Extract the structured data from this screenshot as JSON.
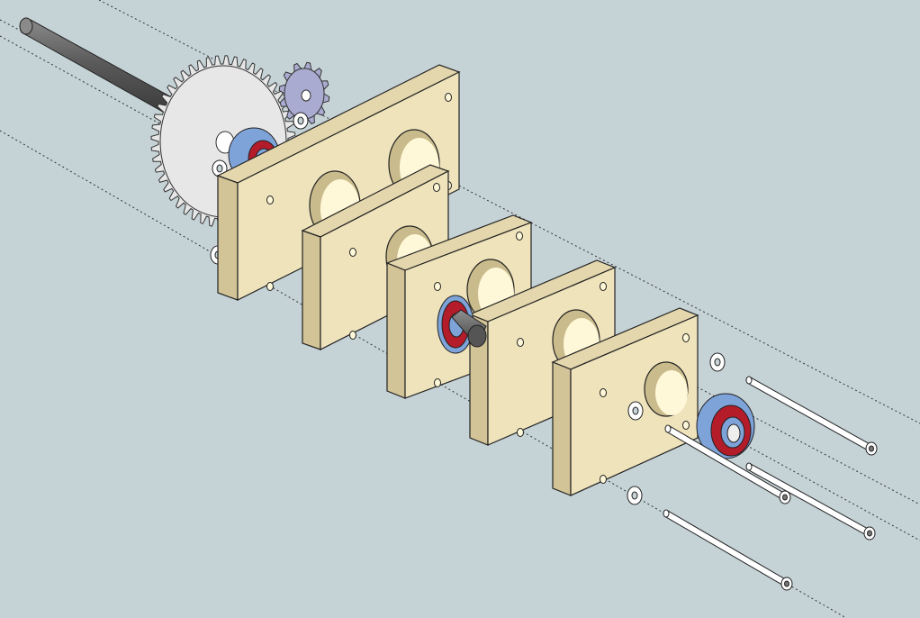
{
  "scene": {
    "background": "#c5d2d6",
    "plate_face": "#efe3bc",
    "plate_top": "#e4d7ad",
    "plate_side": "#d2c497",
    "hole_dark": "#c9bb8c",
    "hole_light": "#fff8d8",
    "bearing_outer": "#7ea3d8",
    "bearing_inner": "#b41c2a",
    "gear_fill": "#e7e7e7",
    "pinion_fill": "#a9abd0",
    "shaft_fill": "#555555",
    "bolt_fill": "#ffffff"
  },
  "parts": {
    "plate_count": 5,
    "bearing_count": 3,
    "bolt_count": 4,
    "washer_count": 6,
    "gear_teeth": 48,
    "pinion_teeth": 12
  }
}
